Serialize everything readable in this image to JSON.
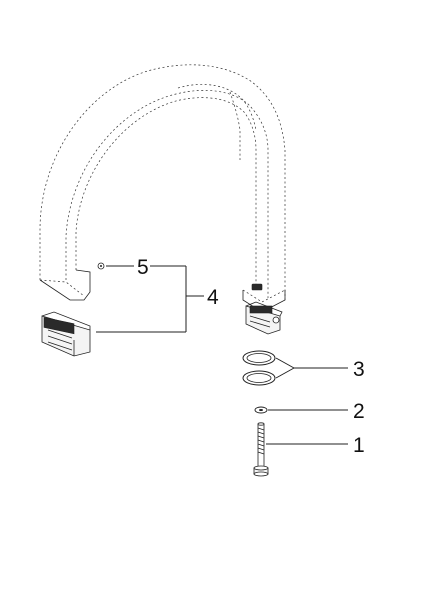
{
  "callouts": {
    "part_1": "1",
    "part_2": "2",
    "part_3": "3",
    "part_4": "4",
    "part_5": "5"
  },
  "colors": {
    "line": "#222222",
    "background": "#ffffff"
  }
}
